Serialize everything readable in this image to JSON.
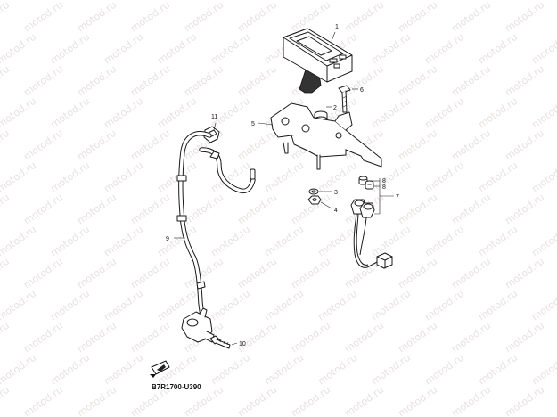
{
  "watermark": {
    "text": "motod.ru",
    "color": "#e9e1e1"
  },
  "diagram_code": "B7R1700-U390",
  "callouts": {
    "p1": "1",
    "p2": "2",
    "p3": "3",
    "p4": "4",
    "p5": "5",
    "p6": "6",
    "p7": "7",
    "p8a": "8",
    "p8b": "8",
    "p9": "9",
    "p10": "10",
    "p11": "11"
  },
  "icons": {
    "front_indicator": "front-arrow-icon"
  }
}
